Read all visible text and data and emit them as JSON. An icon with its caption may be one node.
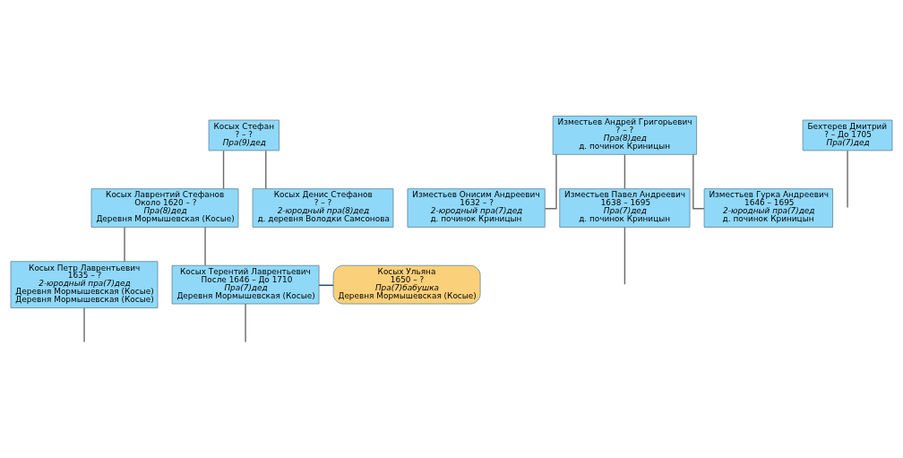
{
  "diagram": {
    "nodes": [
      {
        "text": [
          "Косых Стефан",
          "? – ?",
          "Пра(9)дед"
        ]
      },
      {
        "text": [
          "Изместьев Андрей Григорьевич",
          "? – ?",
          "Пра(8)дед",
          "д. починок Криницын"
        ]
      },
      {
        "text": [
          "Косых Лаврентий Стефанов",
          "Около 1620 – ?",
          "Пра(8)дед",
          "Деревня Мормышевская (Косые)"
        ]
      },
      {
        "text": [
          "Косых Денис Стефанов",
          "? – ?",
          "2-юродный пра(8)дед",
          "д. деревня Володки Самсонова"
        ]
      },
      {
        "text": [
          "Изместьев Онисим Андреевич",
          "1632 – ?",
          "2-юродный пра(7)дед",
          "д. починок Криницын"
        ]
      },
      {
        "text": [
          "Изместьев Павел Андреевич",
          "1638 – 1695",
          "Пра(7)дед",
          "д. починок Криницын"
        ]
      },
      {
        "text": [
          "Изместьев Гурка Андреевич",
          "1646 – 1695",
          "2-юродный пра(7)дед",
          "д. починок Криницын"
        ]
      },
      {
        "text": [
          "Косых Петр Лаврентьевич",
          "1635 – ?",
          "2-юродный пра(7)дед",
          "Деревня Мормышевская (Косые)",
          "Деревня Мормышевская (Косые)"
        ]
      },
      {
        "text": [
          "Косых Терентий Лаврентьевич",
          "После 1646 – До 1710",
          "Пра(7)дед",
          "Деревня Мормышевская (Косые)"
        ]
      },
      {
        "text": [
          "Косых Ульяна",
          "1650 – ?",
          "Пра(7)бабушка",
          "Деревня Мормышевская (Косые)"
        ]
      },
      {
        "text": [
          "Бехтерев Дмитрий",
          "? – До 1705",
          "Пра(7)дед"
        ]
      }
    ],
    "edges": [
      {
        "from": 0,
        "to": 2,
        "arrow": "none"
      },
      {
        "from": 0,
        "to": 3,
        "arrow": "none"
      },
      {
        "from": 1,
        "to": 4,
        "arrow": "none"
      },
      {
        "from": 1,
        "to": 5,
        "arrow": "none"
      },
      {
        "from": 1,
        "to": 6,
        "arrow": "none"
      },
      {
        "from": 2,
        "to": 7,
        "arrow": "none"
      },
      {
        "from": 2,
        "to": 8,
        "arrow": "none"
      },
      {
        "from": 8,
        "to": 9,
        "arrow": "none",
        "color": "#1f4e6e"
      },
      {
        "from": 5,
        "to": null,
        "arrow": "none"
      },
      {
        "from": 7,
        "to": null,
        "arrow": "none"
      },
      {
        "from": 8,
        "to": null,
        "arrow": "none"
      },
      {
        "from": 10,
        "to": null,
        "arrow": "none"
      }
    ]
  }
}
